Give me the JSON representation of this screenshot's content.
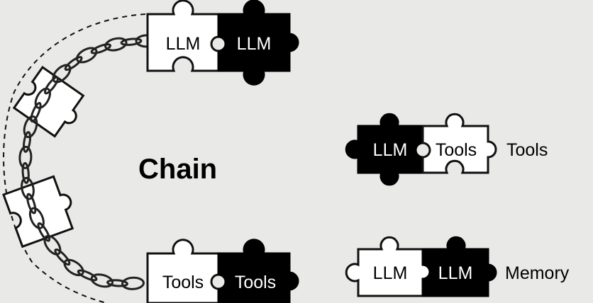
{
  "diagram": {
    "title": "Chain",
    "top_pair": {
      "left": "LLM",
      "right": "LLM"
    },
    "bottom_pair": {
      "left": "Tools",
      "right": "Tools"
    },
    "right_rows": [
      {
        "left": "LLM",
        "right": "Tools",
        "side_label": "Tools"
      },
      {
        "left": "LLM",
        "right": "LLM",
        "side_label": "Memory"
      }
    ]
  },
  "colors": {
    "background": "#e9e9e7",
    "dark": "#000000",
    "light": "#ffffff",
    "chain": "#222222"
  }
}
